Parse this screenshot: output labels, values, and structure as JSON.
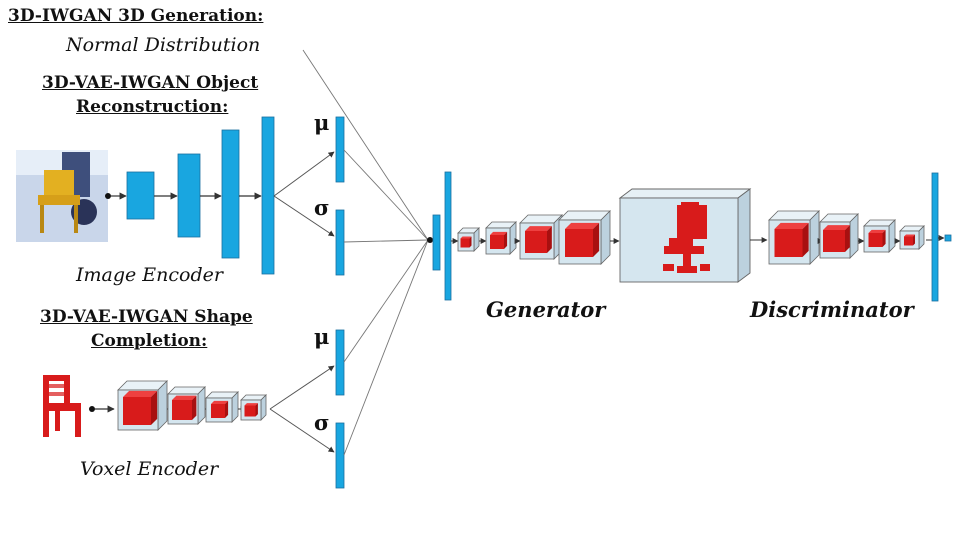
{
  "headers": {
    "generation": "3D-IWGAN 3D Generation:",
    "reconstruction_line1": "3D-VAE-IWGAN Object",
    "reconstruction_line2": "Reconstruction:",
    "completion_line1": "3D-VAE-IWGAN Shape",
    "completion_line2": "Completion:"
  },
  "labels": {
    "normal_distribution": "Normal Distribution",
    "image_encoder": "Image Encoder",
    "voxel_encoder": "Voxel Encoder",
    "generator": "Generator",
    "discriminator": "Discriminator"
  },
  "symbols": {
    "mu": "μ",
    "sigma": "σ"
  },
  "colors": {
    "layer_blue": "#19a6e0",
    "voxel_red": "#d81b1b",
    "cube_face": "#d5e6ef",
    "edge": "#666666"
  }
}
